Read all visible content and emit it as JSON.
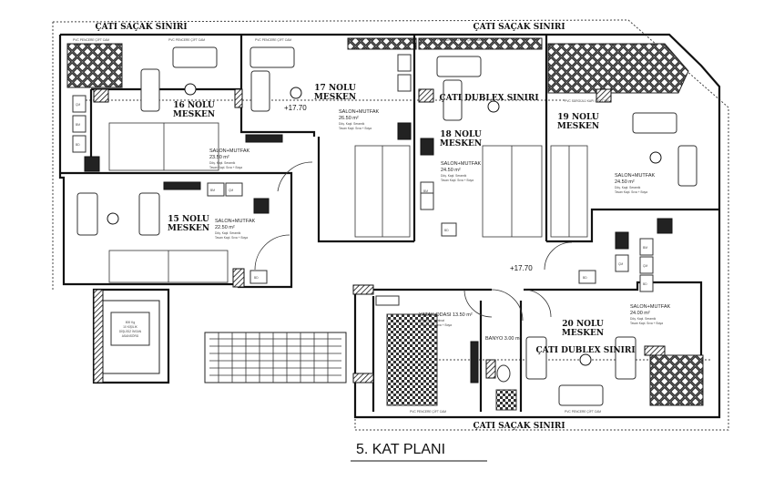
{
  "plan": {
    "title": "5. KAT PLANI",
    "eave_label": "ÇATI SAÇAK SINIRI",
    "duplex_label": "ÇATI DUBLEX SINIRI",
    "elevation": "+17.70",
    "finish_floor": "Döş. Kapl. Seramik",
    "finish_ceiling": "Tavan Kapl. Sıva + Boya",
    "finish_floor_bedroom": "Döş. Kapl. Laminat",
    "window_label": "PVC PENCERE ÇİFT CAM",
    "sliding_door_label": "PVC SÜRGÜLÜ KAPI ÇİFT CAM",
    "appliances": {
      "dishwasher": "BM",
      "washer": "ÇM",
      "boiler": "BD"
    },
    "elevator": [
      "800 Kg",
      "10 KİŞİLİK",
      "DİŞLİSİZ İNSAN",
      "ASANSÖRÜ"
    ]
  },
  "units": [
    {
      "name": "16 NOLU",
      "sub": "MESKEN",
      "room": "SALON+MUTFAK",
      "area": "23.50 m²"
    },
    {
      "name": "17 NOLU",
      "sub": "MESKEN",
      "room": "SALON+MUTFAK",
      "area": "26.50 m²"
    },
    {
      "name": "18 NOLU",
      "sub": "MESKEN",
      "room": "SALON+MUTFAK",
      "area": "24.50 m²"
    },
    {
      "name": "19 NOLU",
      "sub": "MESKEN",
      "room": "SALON+MUTFAK",
      "area": "24.50 m²"
    },
    {
      "name": "15 NOLU",
      "sub": "MESKEN",
      "room": "SALON+MUTFAK",
      "area": "22.50 m²"
    },
    {
      "name": "20 NOLU",
      "sub": "MESKEN",
      "room": "SALON+MUTFAK",
      "area": "24.00 m²"
    }
  ],
  "rooms_20": {
    "bedroom": "YATAK ODASI 13.50 m²",
    "bath": "BANYO 3.00 m²"
  }
}
